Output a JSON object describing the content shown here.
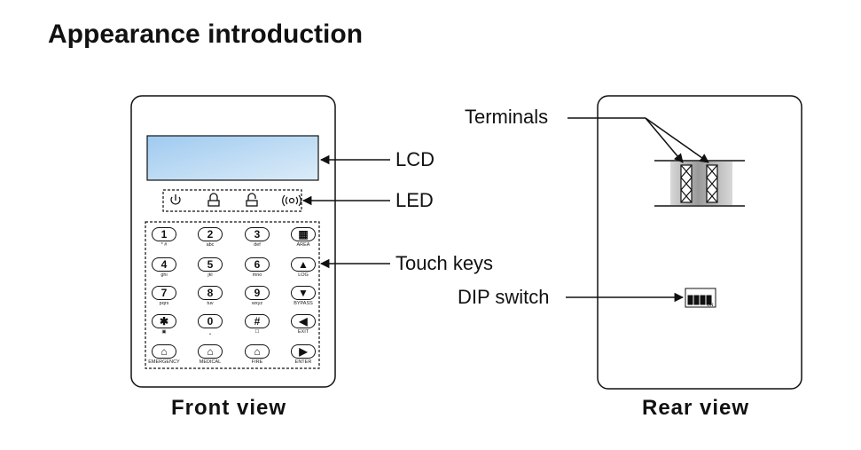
{
  "title": "Appearance introduction",
  "captions": {
    "front": "Front view",
    "rear": "Rear view"
  },
  "callouts": {
    "lcd": "LCD",
    "led": "LED",
    "touch_keys": "Touch keys",
    "terminals": "Terminals",
    "dip_switch": "DIP switch"
  },
  "leds": [
    "power-icon",
    "lock-closed-icon",
    "lock-open-icon",
    "alarm-icon"
  ],
  "keys": [
    {
      "glyph": "1",
      "sub": "* #"
    },
    {
      "glyph": "2",
      "sub": "abc"
    },
    {
      "glyph": "3",
      "sub": "def"
    },
    {
      "glyph": "▦",
      "sub": "AREA"
    },
    {
      "glyph": "4",
      "sub": "ghi"
    },
    {
      "glyph": "5",
      "sub": "jkl"
    },
    {
      "glyph": "6",
      "sub": "mno"
    },
    {
      "glyph": "▲",
      "sub": "LOG"
    },
    {
      "glyph": "7",
      "sub": "pqrs"
    },
    {
      "glyph": "8",
      "sub": "tuv"
    },
    {
      "glyph": "9",
      "sub": "wxyz"
    },
    {
      "glyph": "▼",
      "sub": "BYPASS"
    },
    {
      "glyph": "✱",
      "sub": "▣"
    },
    {
      "glyph": "0",
      "sub": "⎵"
    },
    {
      "glyph": "#",
      "sub": "☐"
    },
    {
      "glyph": "◀",
      "sub": "EXIT"
    },
    {
      "glyph": "⌂",
      "sub": "EMERGENCY"
    },
    {
      "glyph": "⌂",
      "sub": "MEDICAL"
    },
    {
      "glyph": "⌂",
      "sub": "FIRE"
    },
    {
      "glyph": "▶",
      "sub": "ENTER"
    }
  ],
  "dip_label": "ON"
}
